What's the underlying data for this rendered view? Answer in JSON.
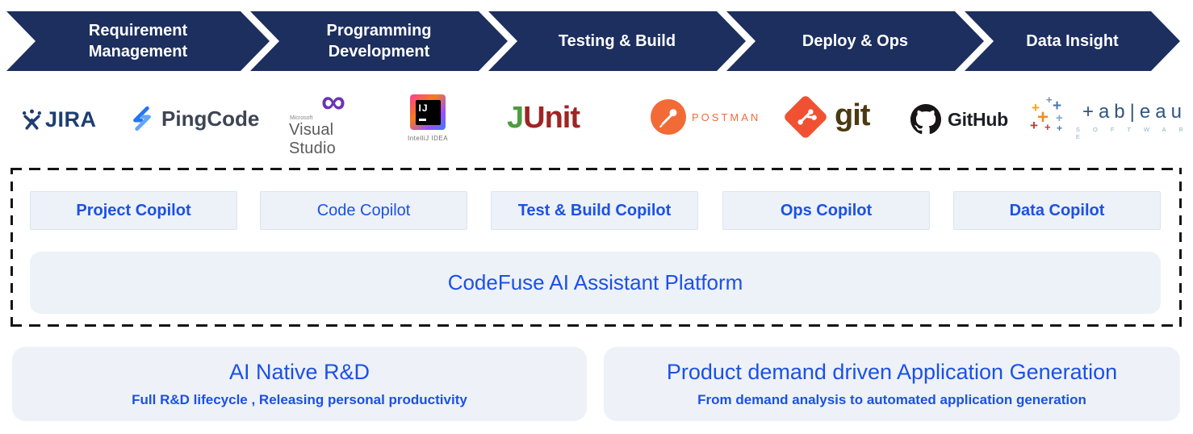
{
  "banner": {
    "color": "#1c2f5f",
    "stages": [
      {
        "line1": "Requirement",
        "line2": "Management"
      },
      {
        "line1": "Programming",
        "line2": "Development"
      },
      {
        "line1": "Testing & Build",
        "line2": ""
      },
      {
        "line1": "Deploy & Ops",
        "line2": ""
      },
      {
        "line1": "Data Insight",
        "line2": ""
      }
    ]
  },
  "tools": {
    "jira": {
      "text": "JIRA"
    },
    "pingcode": {
      "text": "PingCode"
    },
    "visualstudio": {
      "microsoft": "Microsoft",
      "text": "Visual Studio",
      "infinity": "∞"
    },
    "intellij": {
      "badge": "IJ",
      "caption": "IntelliJ IDEA"
    },
    "junit": {
      "j": "J",
      "unit": "Unit"
    },
    "postman": {
      "text": "POSTMAN"
    },
    "git": {
      "text": "git"
    },
    "github": {
      "text": "GitHub"
    },
    "tableau": {
      "wordmark": "+ab|eau",
      "caption": "S O F T W A R E",
      "plus": "+"
    }
  },
  "copilots": [
    {
      "label": "Project Copilot"
    },
    {
      "label": "Code Copilot"
    },
    {
      "label": "Test & Build Copilot"
    },
    {
      "label": "Ops Copilot"
    },
    {
      "label": "Data Copilot"
    }
  ],
  "platform": {
    "title": "CodeFuse AI Assistant Platform"
  },
  "outcomes": [
    {
      "title": "AI Native R&D",
      "subtitle": "Full R&D lifecycle , Releasing personal productivity"
    },
    {
      "title": "Product demand driven Application Generation",
      "subtitle": "From demand analysis to automated application generation"
    }
  ],
  "colors": {
    "banner_navy": "#1c2f5f",
    "accent_blue": "#1b51e6",
    "chip_bg": "#edf1f8",
    "card_bg": "#eef1f7",
    "postman_orange": "#f26b37",
    "git_orange": "#f05133",
    "junit_green": "#4a9e3e",
    "junit_red": "#9e2524"
  }
}
